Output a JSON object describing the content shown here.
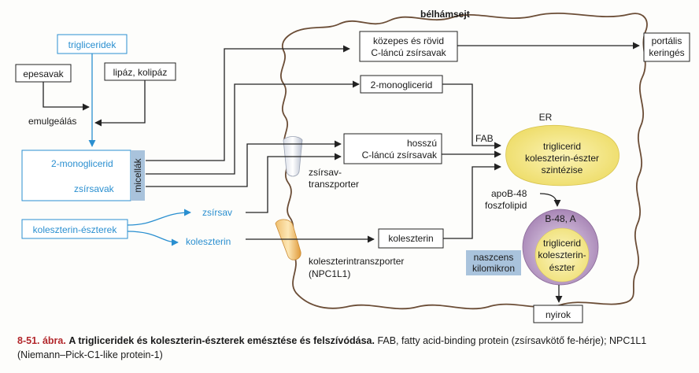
{
  "cell_label": "bélhámsejt",
  "lumen": {
    "trigliceridek": "trigliceridek",
    "epesavak": "epesavak",
    "lipaz": "lipáz, kolipáz",
    "emulgealas": "emulgeálás",
    "monoglicerid": "2-monoglicerid",
    "zsirsavak": "zsírsavak",
    "micellak": "micellák",
    "koleszterin_eszterek": "koleszterin-észterek",
    "zsirsav": "zsírsav",
    "koleszterin": "koleszterin"
  },
  "transporters": {
    "fatty_acid_line1": "zsírsav-",
    "fatty_acid_line2": "transzporter",
    "chol_line1": "koleszterintranszporter",
    "chol_line2": "(NPC1L1)"
  },
  "cell": {
    "medium_short_line1": "közepes és rövid",
    "medium_short_line2": "C-láncú zsírsavak",
    "monoglicerid": "2-monoglicerid",
    "long_chain_line1": "hosszú",
    "long_chain_line2": "C-láncú zsírsavak",
    "koleszterin": "koleszterin",
    "fab": "FAB",
    "er": "ER",
    "er_line1": "triglicerid",
    "er_line2": "koleszterin-észter",
    "er_line3": "szintézise",
    "apob_line1": "apoB-48",
    "apob_line2": "foszfolipid",
    "chylo_top": "B-48, A",
    "chylo_line1": "triglicerid",
    "chylo_line2": "koleszterin-",
    "chylo_line3": "észter",
    "naszcens_line1": "naszcens",
    "naszcens_line2": "kilomikron"
  },
  "outputs": {
    "portalis_line1": "portális",
    "portalis_line2": "keringés",
    "nyirok": "nyirok"
  },
  "caption": {
    "number": "8-51. ábra.",
    "title": "A trigliceridek és koleszterin-észterek emésztése és felszívódása.",
    "text": "FAB, fatty acid-binding protein (zsírsavkötő fe-hérje); NPC1L1 (Niemann–Pick-C1-like protein-1)"
  },
  "colors": {
    "blue": "#2a8fd0",
    "er_yellow": "#f3e47a",
    "chylo_purple": "#b89ac2",
    "micella_bg": "#a9c3dc"
  }
}
